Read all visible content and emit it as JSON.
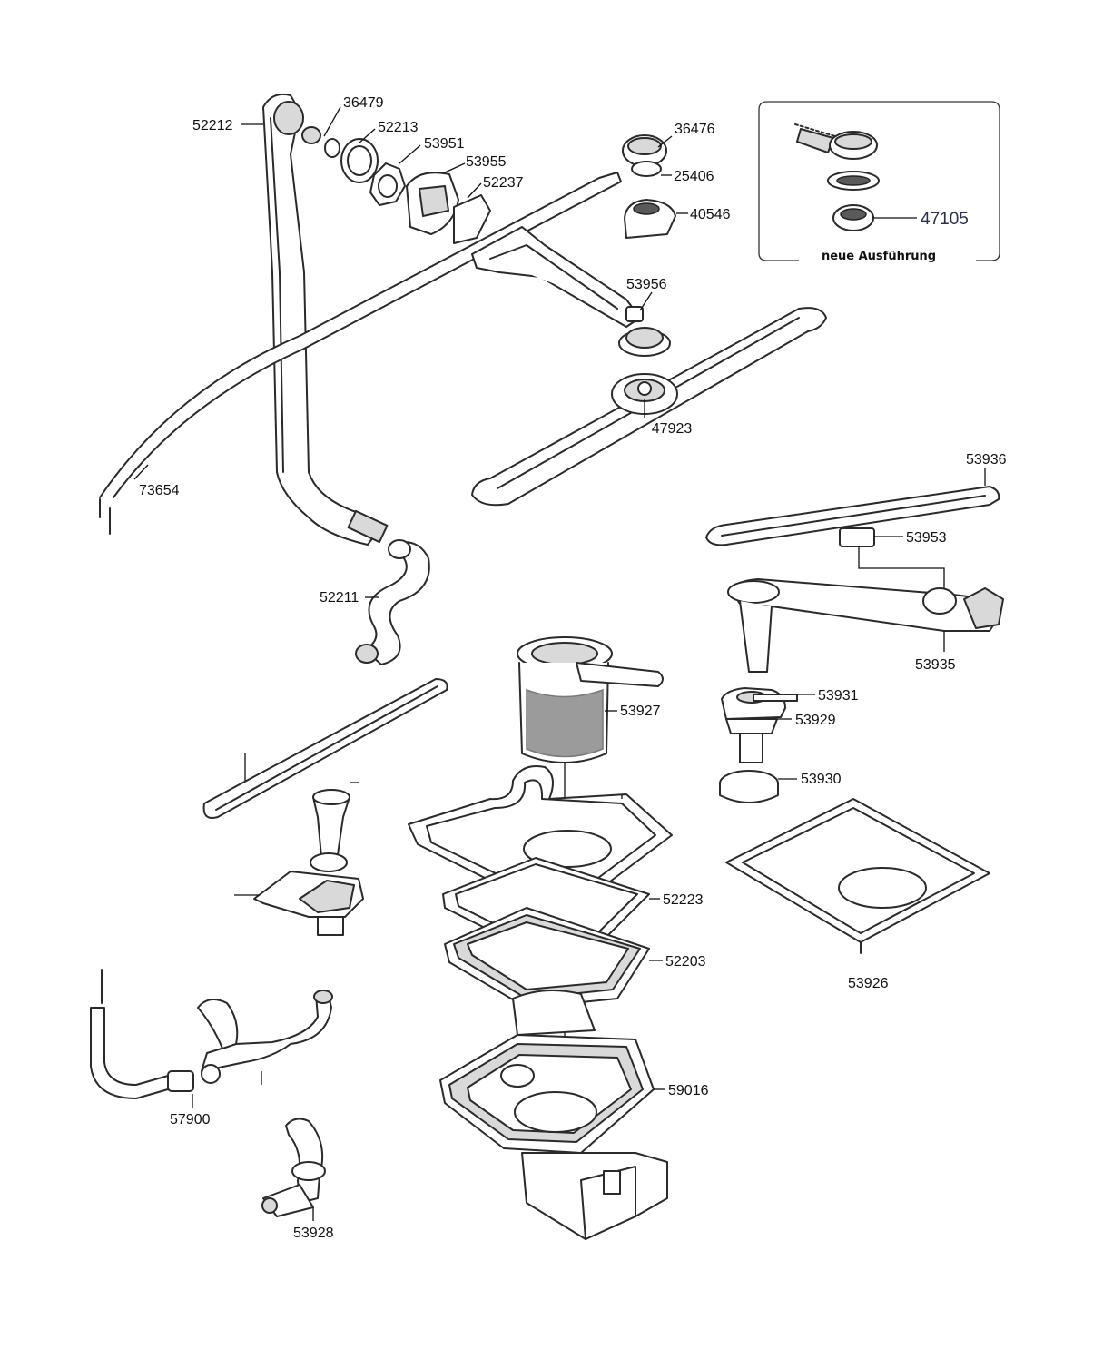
{
  "diagram": {
    "inset_caption": "neue Ausführung",
    "parts": [
      {
        "id": "p52212",
        "number": "52212"
      },
      {
        "id": "p36479",
        "number": "36479"
      },
      {
        "id": "p52213",
        "number": "52213"
      },
      {
        "id": "p53951",
        "number": "53951"
      },
      {
        "id": "p53955",
        "number": "53955"
      },
      {
        "id": "p52237",
        "number": "52237"
      },
      {
        "id": "p36476",
        "number": "36476"
      },
      {
        "id": "p25406",
        "number": "25406"
      },
      {
        "id": "p40546",
        "number": "40546"
      },
      {
        "id": "p47105",
        "number": "47105"
      },
      {
        "id": "p53956",
        "number": "53956"
      },
      {
        "id": "p47923",
        "number": "47923"
      },
      {
        "id": "p73654",
        "number": "73654"
      },
      {
        "id": "p53936",
        "number": "53936"
      },
      {
        "id": "p53953",
        "number": "53953"
      },
      {
        "id": "p52211",
        "number": "52211"
      },
      {
        "id": "p53935",
        "number": "53935"
      },
      {
        "id": "p53927",
        "number": "53927"
      },
      {
        "id": "p53931",
        "number": "53931"
      },
      {
        "id": "p53929",
        "number": "53929"
      },
      {
        "id": "p53930",
        "number": "53930"
      },
      {
        "id": "p52223",
        "number": "52223"
      },
      {
        "id": "p52203",
        "number": "52203"
      },
      {
        "id": "p53926",
        "number": "53926"
      },
      {
        "id": "p59016",
        "number": "59016"
      },
      {
        "id": "p57900",
        "number": "57900"
      },
      {
        "id": "p53928",
        "number": "53928"
      }
    ]
  }
}
